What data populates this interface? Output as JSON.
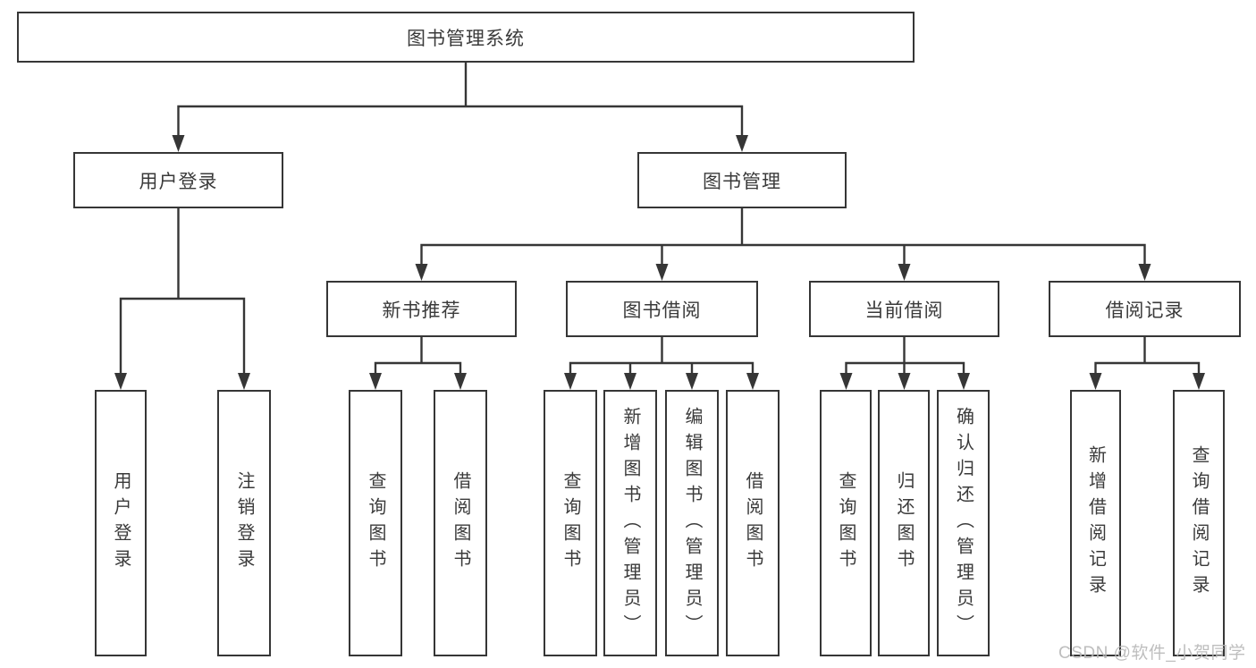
{
  "tree": {
    "root": {
      "label": "图书管理系统"
    },
    "children": [
      {
        "label": "用户登录",
        "children": [
          {
            "label": "用户登录"
          },
          {
            "label": "注销登录"
          }
        ]
      },
      {
        "label": "图书管理",
        "children": [
          {
            "label": "新书推荐",
            "children": [
              {
                "label": "查询图书"
              },
              {
                "label": "借阅图书"
              }
            ]
          },
          {
            "label": "图书借阅",
            "children": [
              {
                "label": "查询图书"
              },
              {
                "label": "新增图书（管理员）"
              },
              {
                "label": "编辑图书（管理员）"
              },
              {
                "label": "借阅图书"
              }
            ]
          },
          {
            "label": "当前借阅",
            "children": [
              {
                "label": "查询图书"
              },
              {
                "label": "归还图书"
              },
              {
                "label": "确认归还（管理员）"
              }
            ]
          },
          {
            "label": "借阅记录",
            "children": [
              {
                "label": "新增借阅记录"
              },
              {
                "label": "查询借阅记录"
              }
            ]
          }
        ]
      }
    ]
  },
  "watermark": {
    "text": "CSDN @软件_小贺同学"
  },
  "colors": {
    "line": "#363636",
    "box_border": "#363636",
    "text": "#3a3a3a",
    "background": "#ffffff",
    "watermark": "#b8b8b8"
  }
}
